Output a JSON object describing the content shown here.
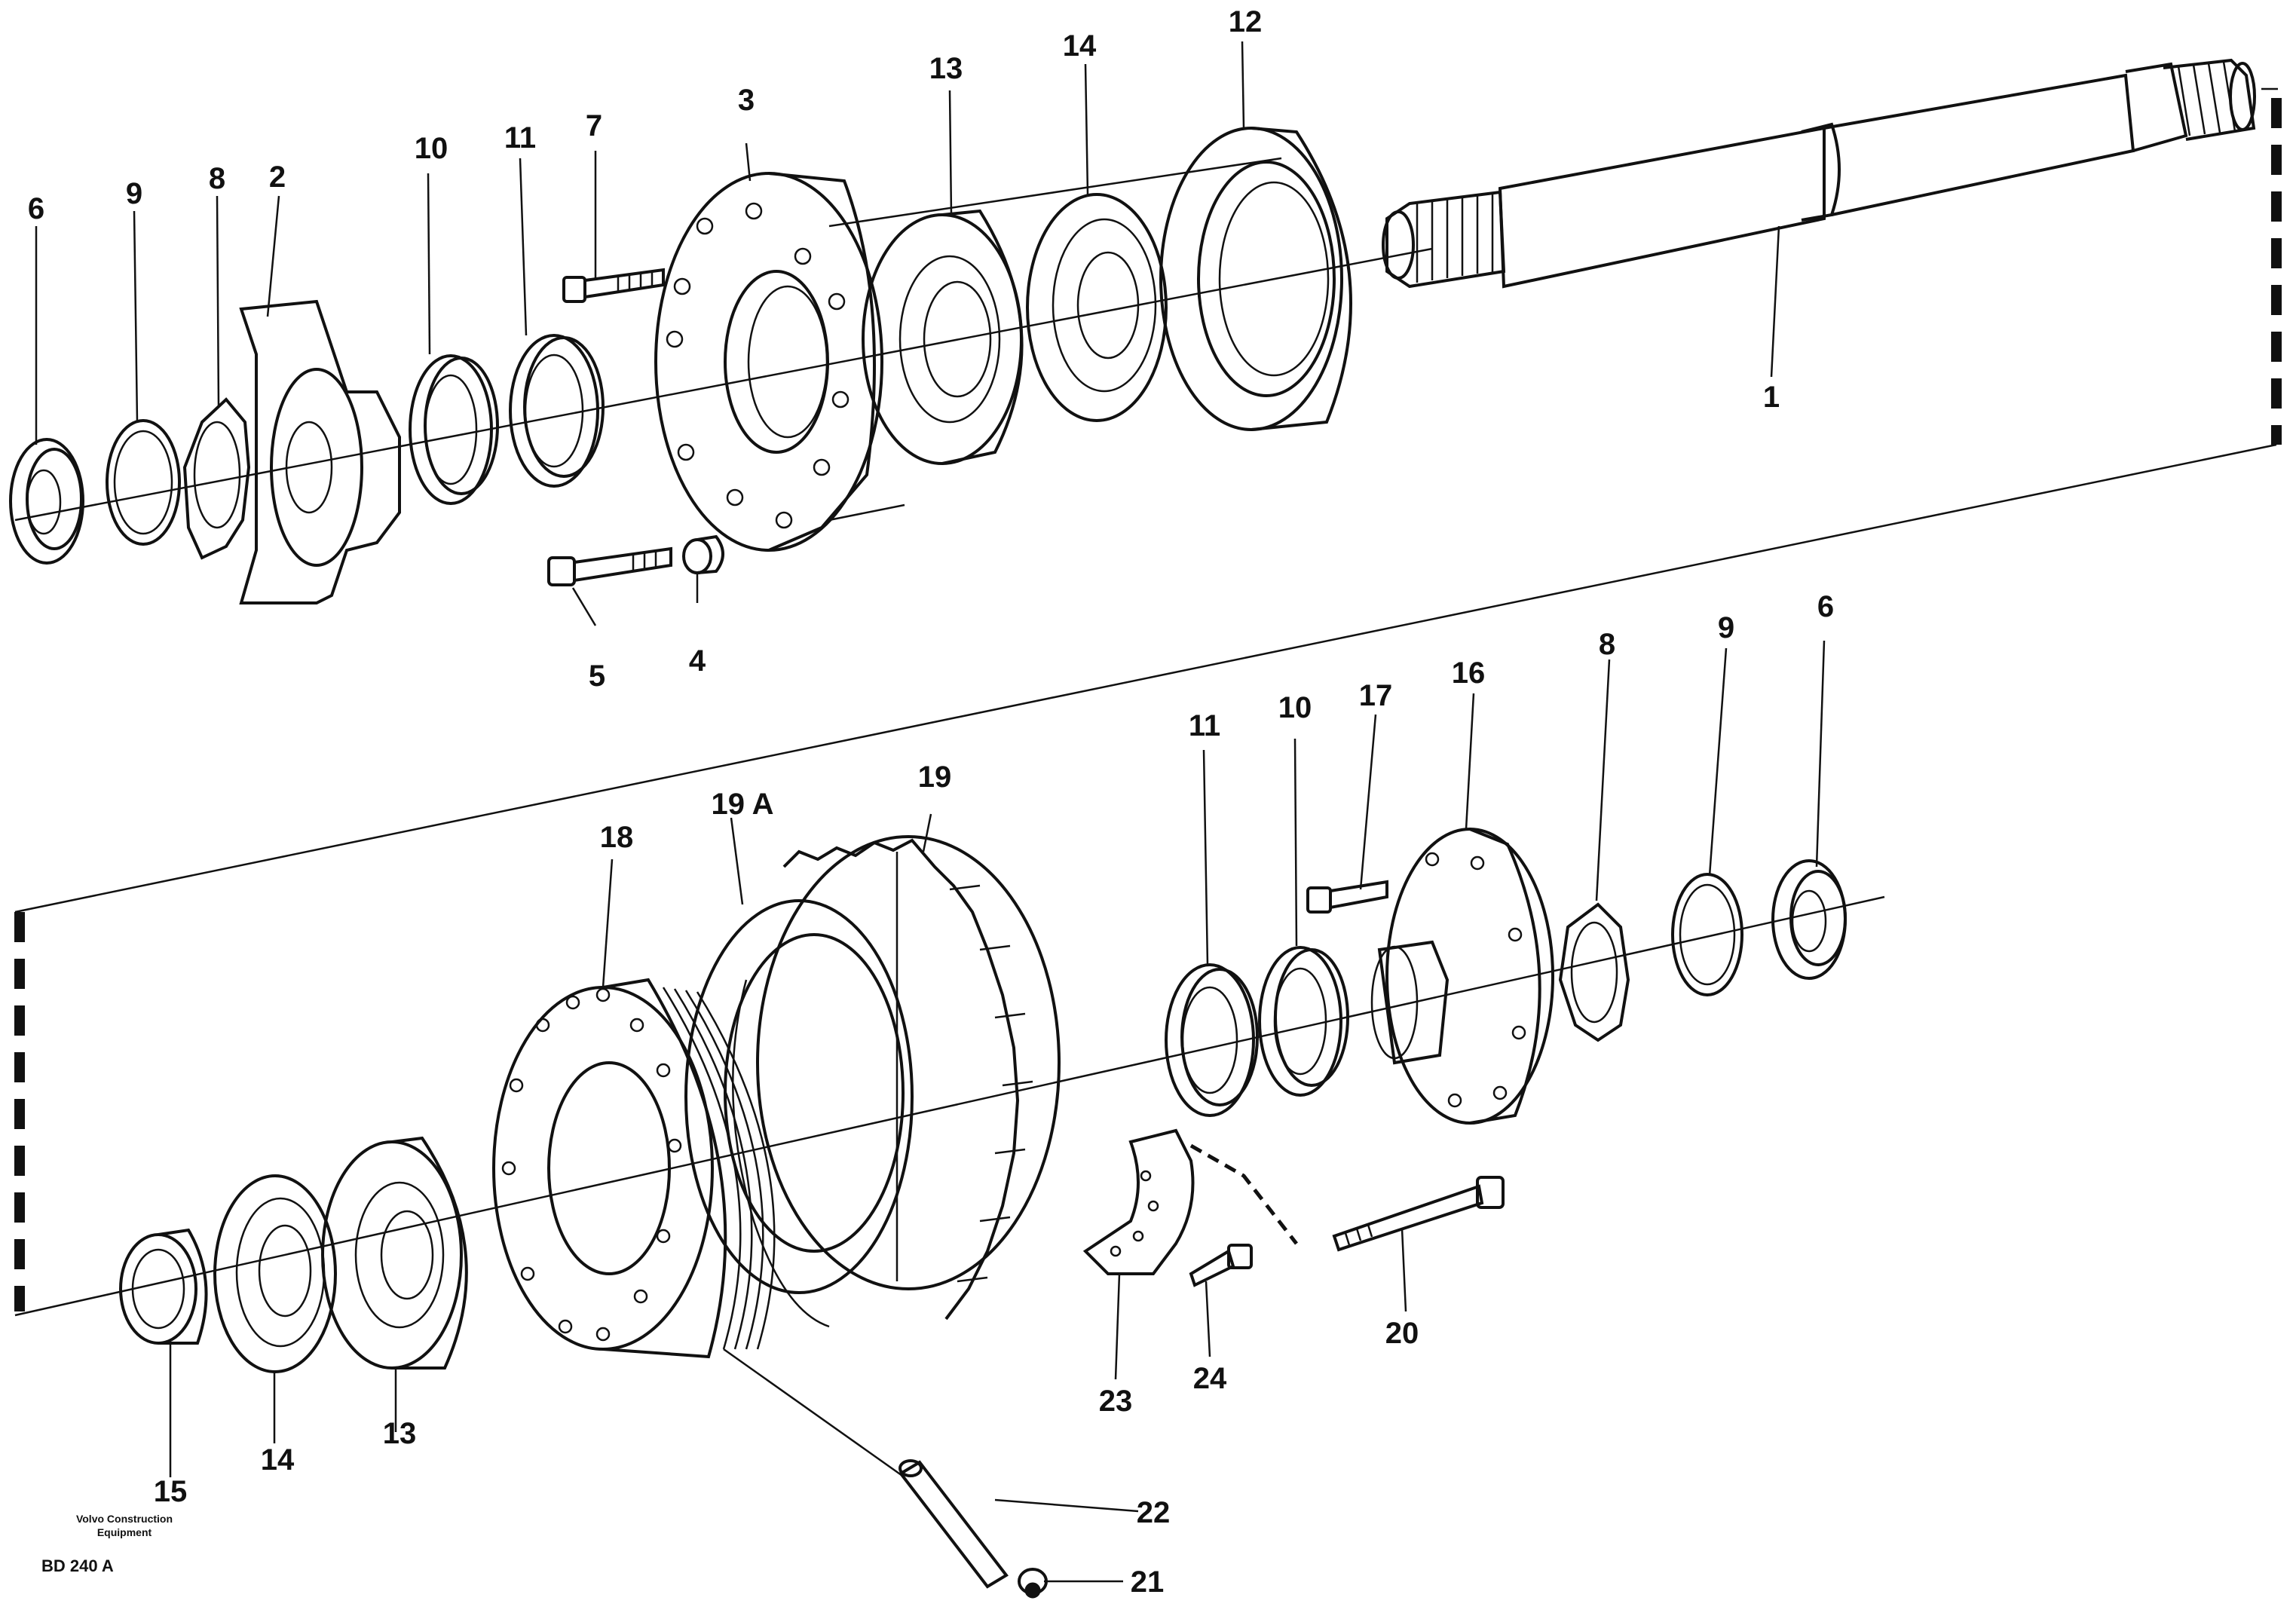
{
  "brand": {
    "line1": "Volvo Construction",
    "line2": "Equipment"
  },
  "drawing_code": "BD 240 A",
  "callouts": {
    "upper": {
      "p1": "1",
      "p2": "2",
      "p3": "3",
      "p4": "4",
      "p5": "5",
      "p6": "6",
      "p7": "7",
      "p8": "8",
      "p9": "9",
      "p10": "10",
      "p11": "11",
      "p12": "12",
      "p13": "13",
      "p14": "14"
    },
    "lower": {
      "p6": "6",
      "p8": "8",
      "p9": "9",
      "p10": "10",
      "p11": "11",
      "p13": "13",
      "p14": "14",
      "p15": "15",
      "p16": "16",
      "p17": "17",
      "p18": "18",
      "p19": "19",
      "p19a": "19 A",
      "p20": "20",
      "p21": "21",
      "p22": "22",
      "p23": "23",
      "p24": "24"
    }
  }
}
